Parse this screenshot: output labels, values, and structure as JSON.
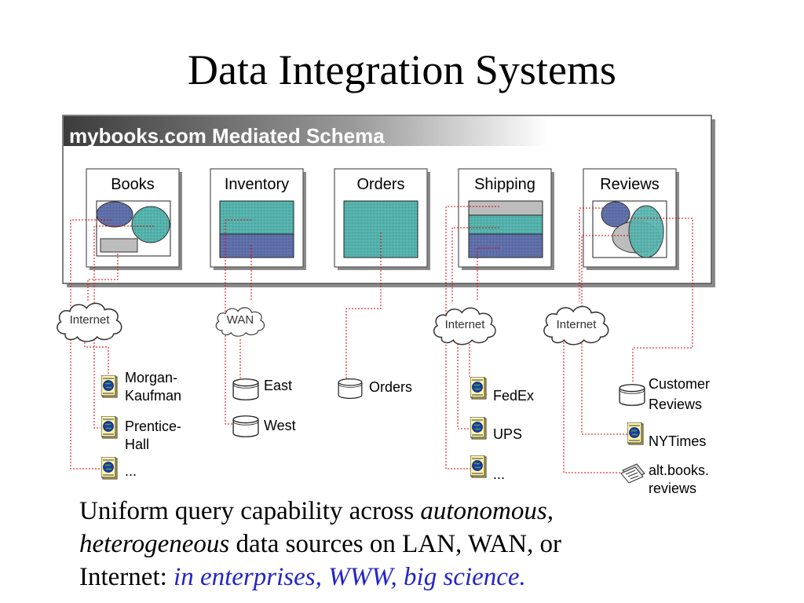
{
  "title": "Data Integration Systems",
  "mediated_schema": {
    "label": "mybooks.com Mediated Schema"
  },
  "schema_boxes": [
    {
      "id": "books",
      "label": "Books"
    },
    {
      "id": "inventory",
      "label": "Inventory"
    },
    {
      "id": "orders",
      "label": "Orders"
    },
    {
      "id": "shipping",
      "label": "Shipping"
    },
    {
      "id": "reviews",
      "label": "Reviews"
    }
  ],
  "networks": [
    {
      "id": "internet-1",
      "label": "Internet"
    },
    {
      "id": "wan",
      "label": "WAN"
    },
    {
      "id": "internet-2",
      "label": "Internet"
    },
    {
      "id": "internet-3",
      "label": "Internet"
    }
  ],
  "sources": [
    {
      "id": "morgan-kaufman",
      "lines": [
        "Morgan-",
        "Kaufman"
      ],
      "icon": "web-document-icon"
    },
    {
      "id": "prentice-hall",
      "lines": [
        "Prentice-",
        "Hall"
      ],
      "icon": "web-document-icon"
    },
    {
      "id": "books-more",
      "lines": [
        "..."
      ],
      "icon": "web-document-icon"
    },
    {
      "id": "east",
      "lines": [
        "East"
      ],
      "icon": "database-icon"
    },
    {
      "id": "west",
      "lines": [
        "West"
      ],
      "icon": "database-icon"
    },
    {
      "id": "orders-db",
      "lines": [
        "Orders"
      ],
      "icon": "database-icon"
    },
    {
      "id": "fedex",
      "lines": [
        "FedEx"
      ],
      "icon": "web-document-icon"
    },
    {
      "id": "ups",
      "lines": [
        "UPS"
      ],
      "icon": "web-document-icon"
    },
    {
      "id": "shipping-more",
      "lines": [
        "..."
      ],
      "icon": "web-document-icon"
    },
    {
      "id": "customer-reviews",
      "lines": [
        "Customer",
        "Reviews"
      ],
      "icon": "database-icon"
    },
    {
      "id": "nytimes",
      "lines": [
        "NYTimes"
      ],
      "icon": "web-document-icon"
    },
    {
      "id": "alt-books-reviews",
      "lines": [
        "alt.books.",
        "reviews"
      ],
      "icon": "newsgroup-icon"
    }
  ],
  "caption": {
    "line1_plain": "Uniform query capability across ",
    "line1_italic": "autonomous,",
    "line2_italic": "heterogeneous",
    "line2_plain": " data sources on LAN, WAN, or",
    "line3_plain": "Internet: ",
    "line3_blue": "in enterprises, WWW, big science."
  },
  "colors": {
    "teal": "#53b1ab",
    "slate_blue": "#5e6ea8",
    "gray": "#bdbdbd",
    "link_red": "#e00000",
    "caption_blue": "#2424c8"
  }
}
